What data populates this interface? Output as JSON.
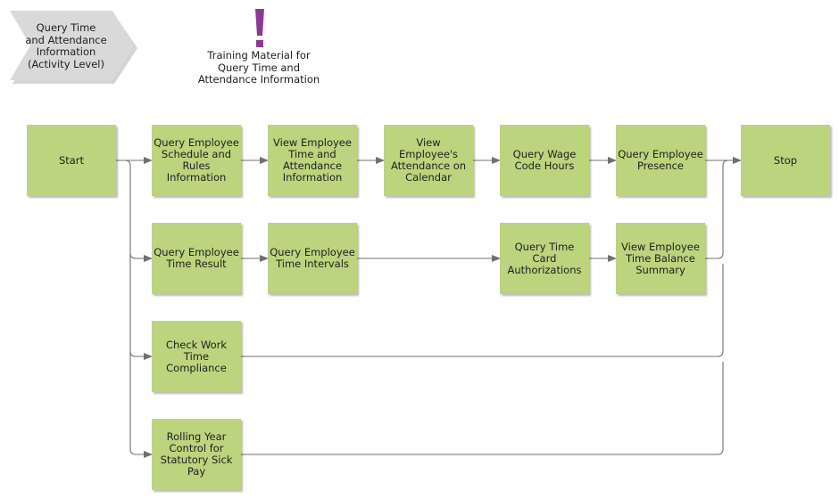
{
  "header": {
    "label": "Query Time\nand Attendance\nInformation\n(Activity Level)"
  },
  "note": {
    "label": "Training Material for\nQuery Time and\nAttendance Information",
    "color": "#8b3a8f"
  },
  "colors": {
    "box_fill": "#bcd47e",
    "connector": "#707070",
    "chevron": "#d9d9d9"
  },
  "nodes": {
    "start": "Start",
    "schedule": "Query Employee\nSchedule and\nRules\nInformation",
    "view_time": "View Employee\nTime and\nAttendance\nInformation",
    "calendar": "View Employee's\nAttendance on\nCalendar",
    "wage": "Query Wage\nCode Hours",
    "presence": "Query Employee\nPresence",
    "stop": "Stop",
    "time_result": "Query Employee\nTime Result",
    "intervals": "Query Employee\nTime Intervals",
    "authorizations": "Query Time\nCard\nAuthorizations",
    "balance": "View Employee\nTime Balance\nSummary",
    "compliance": "Check Work\nTime\nCompliance",
    "sick_pay": "Rolling Year\nControl for\nStatutory Sick\nPay"
  }
}
